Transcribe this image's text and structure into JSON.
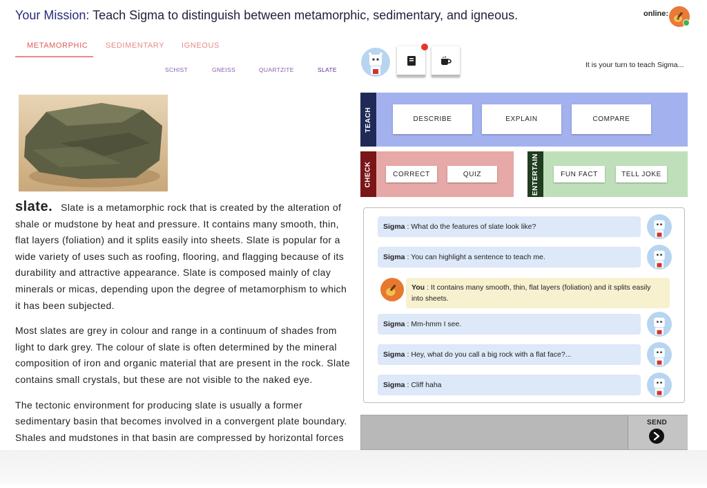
{
  "header": {
    "mission_lead": "Your Mission:",
    "mission_text": "Teach Sigma to distinguish between metamorphic, sedimentary, and igneous.",
    "online_label": "online:"
  },
  "categories": [
    "METAMORPHIC",
    "SEDIMENTARY",
    "IGNEOUS"
  ],
  "subtabs": [
    "SCHIST",
    "GNEISS",
    "QUARTZITE",
    "SLATE"
  ],
  "article": {
    "heading": "slate.",
    "paragraphs": [
      "Slate is a metamorphic rock that is created by the alteration of shale or mudstone by heat and pressure. It contains many smooth, thin, flat layers (foliation) and it splits easily into sheets. Slate is popular for a wide variety of uses such as roofing, flooring, and flagging because of its durability and attractive appearance. Slate is composed mainly of clay minerals or micas, depending upon the degree of metamorphism to which it has been subjected.",
      "Most slates are grey in colour and range in a continuum of shades from light to dark grey. The colour of slate is often determined by the mineral composition of iron and organic material that are present in the rock. Slate contains small crystals, but these are not visible to the naked eye.",
      "The tectonic environment for producing slate is usually a former sedimentary basin that becomes involved in a convergent plate boundary. Shales and mudstones in that basin are compressed by horizontal forces with minor heating. These forces and heat modify the clay minerals in the shale and mudstone."
    ]
  },
  "status": {
    "turn_text": "It is your turn to teach Sigma..."
  },
  "panels": {
    "teach": {
      "label": "TEACH",
      "buttons": [
        "DESCRIBE",
        "EXPLAIN",
        "COMPARE"
      ]
    },
    "check": {
      "label": "CHECK",
      "buttons": [
        "CORRECT",
        "QUIZ"
      ]
    },
    "entertain": {
      "label": "ENTERTAIN",
      "buttons": [
        "FUN FACT",
        "TELL JOKE"
      ]
    }
  },
  "chat": [
    {
      "speaker": "Sigma",
      "text": ": What do the features of slate look like?"
    },
    {
      "speaker": "Sigma",
      "text": ": You can highlight a sentence to teach me."
    },
    {
      "speaker": "You",
      "text": ": It contains many smooth, thin, flat layers (foliation) and it splits easily into sheets."
    },
    {
      "speaker": "Sigma",
      "text": ": Mm-hmm I see."
    },
    {
      "speaker": "Sigma",
      "text": ": Hey, what do you call a big rock with a flat face?..."
    },
    {
      "speaker": "Sigma",
      "text": ": Cliff haha"
    }
  ],
  "send": {
    "label": "SEND"
  },
  "colors": {
    "teach": "#a3b1ef",
    "check": "#e6a9a7",
    "entertain": "#bfdfbb",
    "sigma_bubble": "#dde8f8",
    "you_bubble": "#f7f1cf",
    "tab_accent": "#e05a56"
  }
}
